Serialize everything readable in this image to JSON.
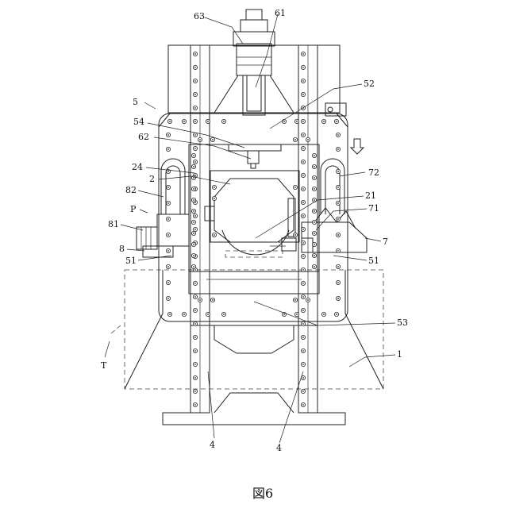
{
  "figure": {
    "caption": "図6",
    "labels": {
      "l63": "63",
      "l61": "61",
      "l5": "5",
      "l52": "52",
      "l54": "54",
      "l62": "62",
      "l24": "24",
      "l2": "2",
      "l72": "72",
      "l82": "82",
      "l21": "21",
      "lP": "P",
      "l71": "71",
      "l81": "81",
      "l7": "7",
      "l8": "8",
      "l51a": "51",
      "l51b": "51",
      "l53": "53",
      "lT": "T",
      "l1": "1",
      "l4a": "4",
      "l4b": "4"
    }
  }
}
